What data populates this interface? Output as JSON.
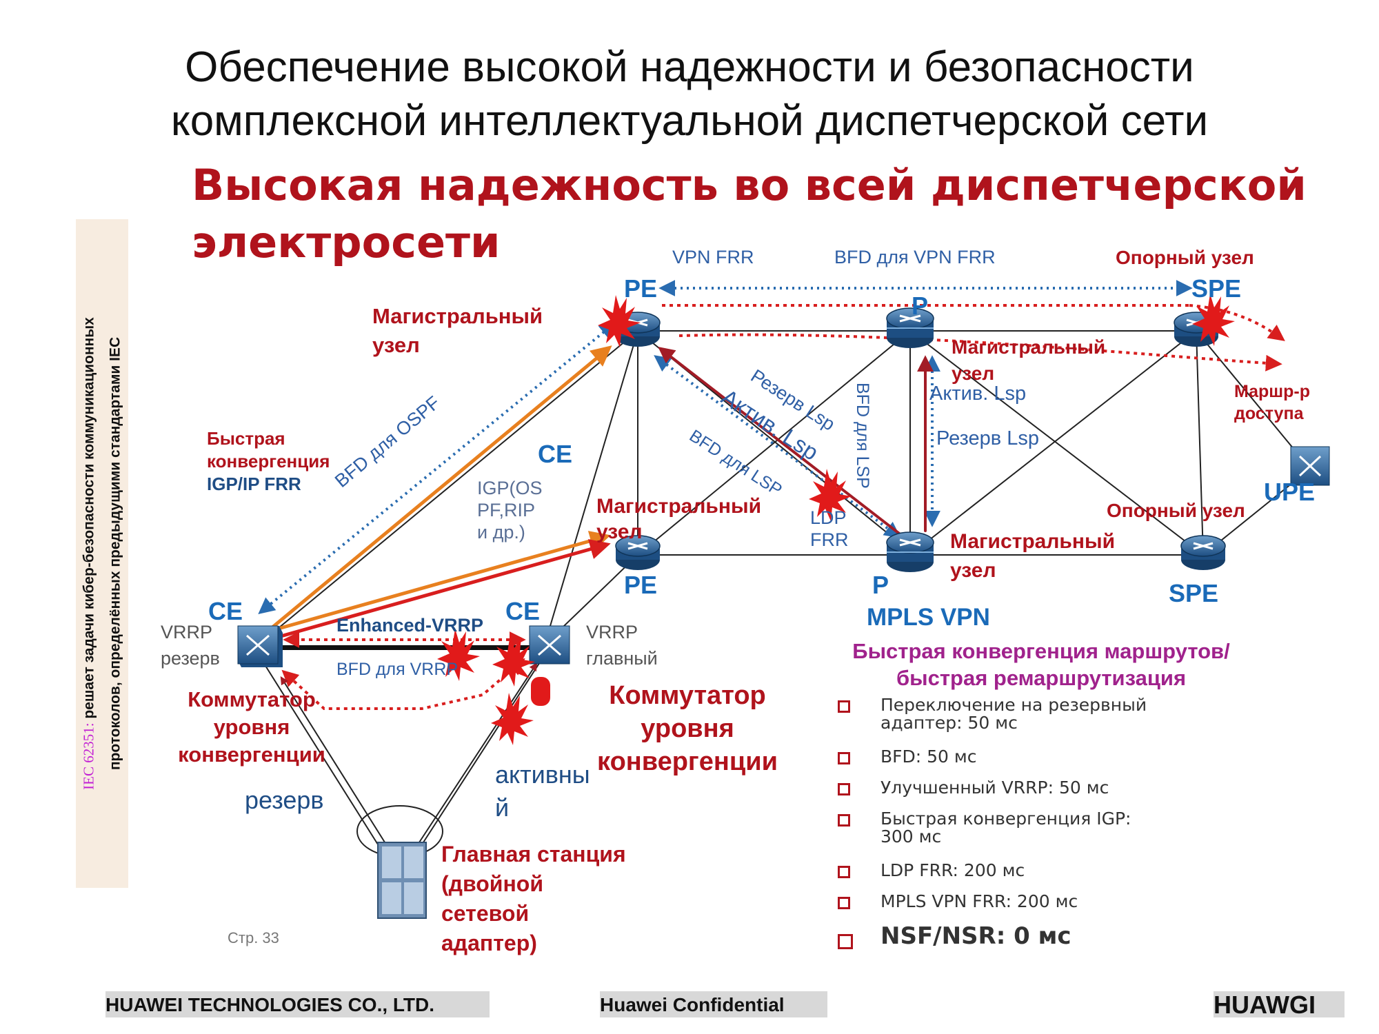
{
  "title": {
    "line1": "Обеспечение высокой надежности и безопасности",
    "line2": "комплексной интеллектуальной диспетчерской сети"
  },
  "headline": {
    "line1": "Высокая надежность во всей диспетчерской",
    "line2": "электросети"
  },
  "sidebar": {
    "standard": "IEC 62351:",
    "text_a": " решает задачи кибер-безопасности коммуникационных",
    "text_b": "протоколов, определённых предыдущими стандартами IEC"
  },
  "diagram": {
    "top_labels": {
      "vpn_frr": "VPN FRR",
      "bfd_vpn_frr": "BFD для VPN FRR"
    },
    "backbone_label_1": [
      "Магистральный",
      "узел"
    ],
    "backbone_label_2": [
      "Магистральный",
      "узел"
    ],
    "backbone_label_3": "Магистральный",
    "backbone_label_3b": "узел",
    "backbone_label_4": [
      "Магистральный",
      "узел"
    ],
    "core_node_1": "Опорный узел",
    "core_node_2": "Опорный узел",
    "access_router": [
      "Маршр-р",
      "доступа"
    ],
    "fast_convergence": [
      "Быстрая",
      "конвергенция",
      "IGP/IP FRR"
    ],
    "bfd_ospf": "BFD для OSPF",
    "igp": [
      "IGP(OS",
      "PF,RIP",
      "и др.)"
    ],
    "reserve_lsp_diag": "Резерв Lsp",
    "active_lsp_diag": "Актив. Lsp",
    "bfd_lsp_diag": "BFD для LSP",
    "bfd_lsp_vertical": "BFD для LSP",
    "active_lsp": "Актив. Lsp",
    "reserve_lsp": "Резерв Lsp",
    "ldp_frr": [
      "LDP",
      "FRR"
    ],
    "mpls_vpn": "MPLS VPN",
    "enhanced_vrrp": "Enhanced-VRRP",
    "bfd_vrrp": "BFD для VRRP",
    "vrrp_left": [
      "VRRP",
      "резерв"
    ],
    "vrrp_right": [
      "VRRP",
      "главный"
    ],
    "switch_left": [
      "Коммутатор",
      "уровня",
      "конвергенции"
    ],
    "switch_right": [
      "Коммутатор",
      "уровня",
      "конвергенции"
    ],
    "reserve": "резерв",
    "active": [
      "активны",
      "й"
    ],
    "main_station": [
      "Главная станция",
      "(двойной",
      "сетевой",
      "адаптер)"
    ],
    "page_no": "Стр. 33",
    "devices": {
      "pe_top": "PE",
      "p_top": "P",
      "spe_top": "SPE",
      "pe_mid": "PE",
      "p_mid": "P",
      "spe_mid": "SPE",
      "ce_mid": "CE",
      "ce_left": "CE",
      "ce_right": "CE",
      "upe": "UPE"
    }
  },
  "convergence": {
    "heading": [
      "Быстрая конвергенция маршрутов/",
      "быстрая ремаршрутизация"
    ],
    "items": [
      [
        "Переключение на резервный",
        "адаптер: 50 мс"
      ],
      [
        "BFD: 50 мс"
      ],
      [
        "Улучшенный VRRP: 50 мс"
      ],
      [
        "Быстрая конвергенция IGP:",
        "300 мс"
      ],
      [
        "LDP FRR: 200 мс"
      ],
      [
        "MPLS VPN FRR: 200 мс"
      ],
      [
        "NSF/NSR: 0 мс"
      ]
    ]
  },
  "footer": {
    "company": "HUAWEI TECHNOLOGIES CO., LTD.",
    "confidential": "Huawei Confidential",
    "logo": "HUAWGI"
  },
  "colors": {
    "accent_red": "#b0131c",
    "device_blue": "#1a6ab8",
    "label_blue": "#2f5fa5",
    "heading_magenta": "#a0228c"
  },
  "icons": [
    "router-icon",
    "switch-icon",
    "server-icon",
    "failure-burst-icon"
  ]
}
